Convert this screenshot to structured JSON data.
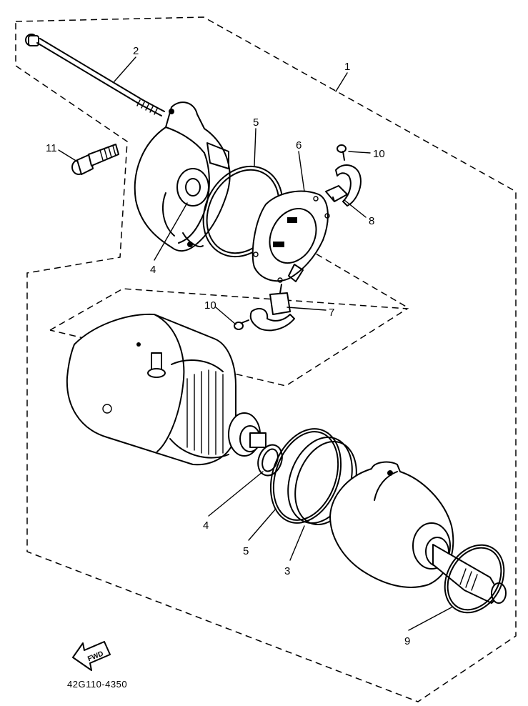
{
  "labels": {
    "p1": "1",
    "p2": "2",
    "p3": "3",
    "p4_top": "4",
    "p4_bottom": "4",
    "p5_top": "5",
    "p5_bottom": "5",
    "p6": "6",
    "p7": "7",
    "p8": "8",
    "p9": "9",
    "p10_top": "10",
    "p10_mid": "10",
    "p11": "11"
  },
  "fwd_label": "FWD",
  "diagram_code": "42G110-4350"
}
